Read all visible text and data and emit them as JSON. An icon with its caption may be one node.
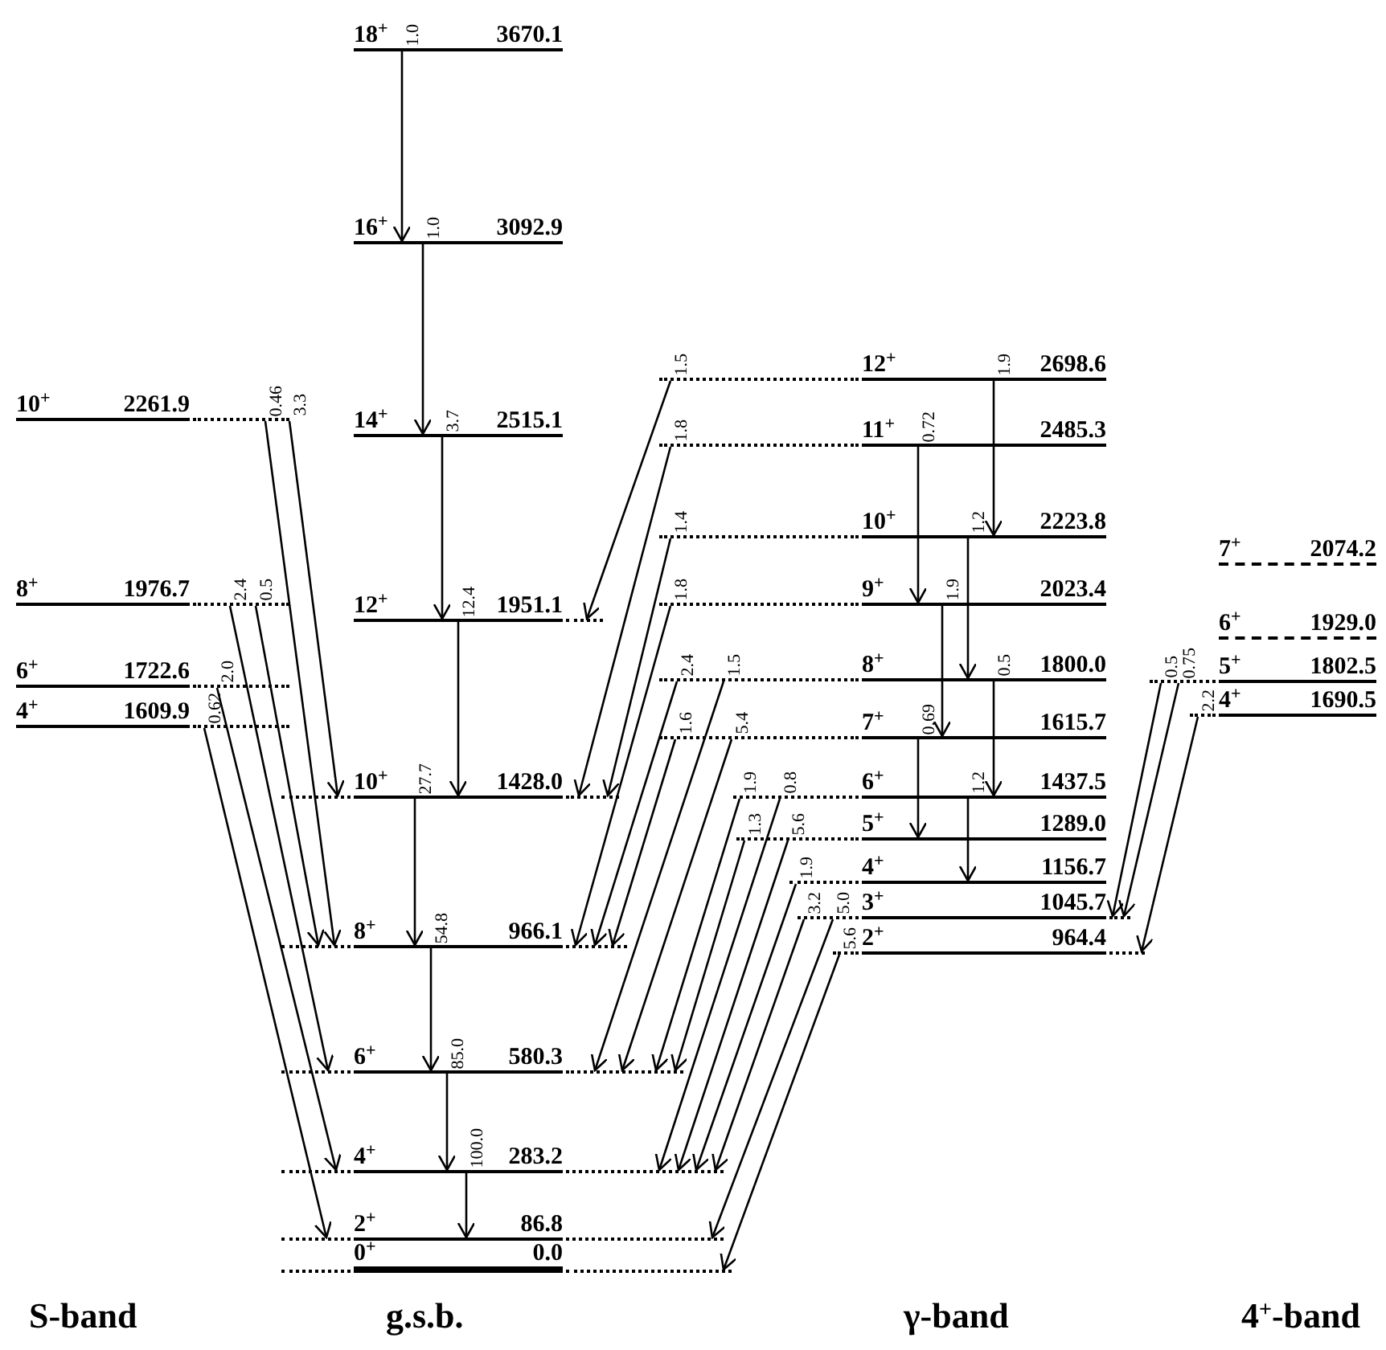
{
  "diagram": {
    "nodes": [
      {
        "text": [
          "10$^{+}$",
          "2261.9"
        ]
      },
      {
        "text": [
          "8$^{+}$",
          "1976.7"
        ]
      },
      {
        "text": [
          "6$^{+}$",
          "1722.6"
        ]
      },
      {
        "text": [
          "4$^{+}$",
          "1609.9"
        ]
      },
      {
        "text": [
          "18$^{+}$",
          "3670.1"
        ]
      },
      {
        "text": [
          "16$^{+}$",
          "3092.9"
        ]
      },
      {
        "text": [
          "14$^{+}$",
          "2515.1"
        ]
      },
      {
        "text": [
          "12$^{+}$",
          "1951.1"
        ]
      },
      {
        "text": [
          "10$^{+}$",
          "1428.0"
        ]
      },
      {
        "text": [
          "8$^{+}$",
          "966.1"
        ]
      },
      {
        "text": [
          "6$^{+}$",
          "580.3"
        ]
      },
      {
        "text": [
          "4$^{+}$",
          "283.2"
        ]
      },
      {
        "text": [
          "2$^{+}$",
          "86.8"
        ]
      },
      {
        "text": [
          "0$^{+}$",
          "0.0"
        ]
      },
      {
        "text": [
          "12$^{+}$",
          "2698.6"
        ]
      },
      {
        "text": [
          "11$^{+}$",
          "2485.3"
        ]
      },
      {
        "text": [
          "10$^{+}$",
          "2223.8"
        ]
      },
      {
        "text": [
          "9$^{+}$",
          "2023.4"
        ]
      },
      {
        "text": [
          "8$^{+}$",
          "1800.0"
        ]
      },
      {
        "text": [
          "7$^{+}$",
          "1615.7"
        ]
      },
      {
        "text": [
          "6$^{+}$",
          "1437.5"
        ]
      },
      {
        "text": [
          "5$^{+}$",
          "1289.0"
        ]
      },
      {
        "text": [
          "4$^{+}$",
          "1156.7"
        ]
      },
      {
        "text": [
          "3$^{+}$",
          "1045.7"
        ]
      },
      {
        "text": [
          "2$^{+}$",
          "964.4"
        ]
      },
      {
        "text": [
          "7$^{+}$",
          "2074.2"
        ]
      },
      {
        "text": [
          "6$^{+}$",
          "1929.0"
        ]
      },
      {
        "text": [
          "5$^{+}$",
          "1802.5"
        ]
      },
      {
        "text": [
          "4$^{+}$",
          "1690.5"
        ]
      }
    ],
    "edges": [
      {
        "from": 4,
        "to": 5,
        "arrow": "to",
        "label": "1.0"
      },
      {
        "from": 5,
        "to": 6,
        "arrow": "to",
        "label": "1.0"
      },
      {
        "from": 6,
        "to": 7,
        "arrow": "to",
        "label": "3.7"
      },
      {
        "from": 7,
        "to": 8,
        "arrow": "to",
        "label": "12.4"
      },
      {
        "from": 8,
        "to": 9,
        "arrow": "to",
        "label": "27.7"
      },
      {
        "from": 9,
        "to": 10,
        "arrow": "to",
        "label": "54.8"
      },
      {
        "from": 10,
        "to": 11,
        "arrow": "to",
        "label": "85.0"
      },
      {
        "from": 11,
        "to": 12,
        "arrow": "to",
        "label": "100.0"
      },
      {
        "from": 0,
        "to": 8,
        "arrow": "to",
        "label": "3.3"
      },
      {
        "from": 0,
        "to": 9,
        "arrow": "to",
        "label": "0.46"
      },
      {
        "from": 1,
        "to": 9,
        "arrow": "to",
        "label": "0.5"
      },
      {
        "from": 1,
        "to": 10,
        "arrow": "to",
        "label": "2.4"
      },
      {
        "from": 2,
        "to": 11,
        "arrow": "to",
        "label": "2.0"
      },
      {
        "from": 3,
        "to": 12,
        "arrow": "to",
        "label": "0.62"
      },
      {
        "from": 14,
        "to": 16,
        "arrow": "to",
        "label": "1.9"
      },
      {
        "from": 15,
        "to": 17,
        "arrow": "to",
        "label": "0.72"
      },
      {
        "from": 16,
        "to": 18,
        "arrow": "to",
        "label": "1.2"
      },
      {
        "from": 17,
        "to": 19,
        "arrow": "to",
        "label": "1.9"
      },
      {
        "from": 18,
        "to": 20,
        "arrow": "to",
        "label": "0.5"
      },
      {
        "from": 19,
        "to": 21,
        "arrow": "to",
        "label": "0.69"
      },
      {
        "from": 20,
        "to": 22,
        "arrow": "to",
        "label": "1.2"
      },
      {
        "from": 14,
        "to": 7,
        "arrow": "to",
        "label": "1.5"
      },
      {
        "from": 15,
        "to": 8,
        "arrow": "to",
        "label": "1.8"
      },
      {
        "from": 16,
        "to": 8,
        "arrow": "to",
        "label": "1.4"
      },
      {
        "from": 17,
        "to": 9,
        "arrow": "to",
        "label": "1.8"
      },
      {
        "from": 18,
        "to": 9,
        "arrow": "to",
        "label": "2.4"
      },
      {
        "from": 19,
        "to": 9,
        "arrow": "to",
        "label": "1.6"
      },
      {
        "from": 18,
        "to": 10,
        "arrow": "to",
        "label": "1.5"
      },
      {
        "from": 19,
        "to": 10,
        "arrow": "to",
        "label": "5.4"
      },
      {
        "from": 20,
        "to": 10,
        "arrow": "to",
        "label": "1.9"
      },
      {
        "from": 21,
        "to": 10,
        "arrow": "to",
        "label": "1.3"
      },
      {
        "from": 20,
        "to": 11,
        "arrow": "to",
        "label": "0.8"
      },
      {
        "from": 21,
        "to": 11,
        "arrow": "to",
        "label": "5.6"
      },
      {
        "from": 22,
        "to": 11,
        "arrow": "to",
        "label": "1.9"
      },
      {
        "from": 23,
        "to": 11,
        "arrow": "to",
        "label": "3.2"
      },
      {
        "from": 23,
        "to": 12,
        "arrow": "to",
        "label": "5.0"
      },
      {
        "from": 24,
        "to": 13,
        "arrow": "to",
        "label": "5.6"
      },
      {
        "from": 27,
        "to": 23,
        "arrow": "to",
        "label": "0.5"
      },
      {
        "from": 27,
        "to": 23,
        "arrow": "to",
        "label": "0.75"
      },
      {
        "from": 28,
        "to": 24,
        "arrow": "to",
        "label": "2.2"
      }
    ],
    "labels": [
      "S-band",
      "g.s.b.",
      "γ-band",
      "4$^{+}$-band"
    ]
  }
}
